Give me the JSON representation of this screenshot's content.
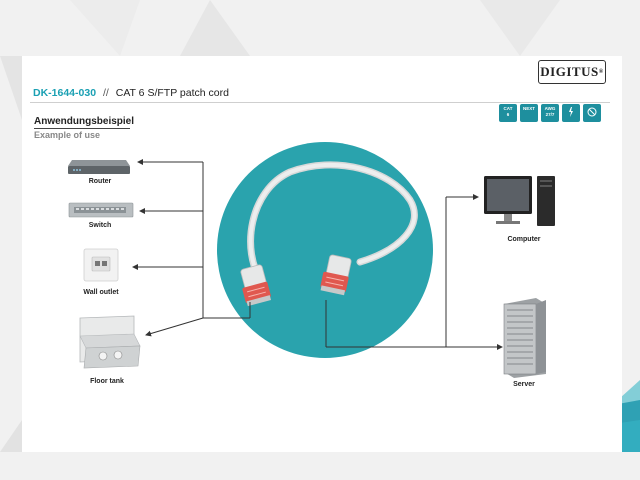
{
  "brand": {
    "logo": "DIGITUS"
  },
  "header": {
    "product_code": "DK-1644-030",
    "separator": "//",
    "product_name": "CAT 6 S/FTP patch cord"
  },
  "section": {
    "title": "Anwendungsbeispiel",
    "subtitle": "Example of use"
  },
  "badges": [
    {
      "line1": "CAT",
      "line2": "6"
    },
    {
      "line1": "NEXT",
      "line2": ""
    },
    {
      "line1": "AWG",
      "line2": "27/7"
    },
    {
      "line1": "",
      "line2": ""
    },
    {
      "line1": "",
      "line2": ""
    }
  ],
  "devices_left": [
    {
      "label": "Router",
      "icon": "router-icon"
    },
    {
      "label": "Switch",
      "icon": "switch-icon"
    },
    {
      "label": "Wall outlet",
      "icon": "wall-outlet-icon"
    },
    {
      "label": "Floor tank",
      "icon": "floor-tank-icon"
    }
  ],
  "devices_right": [
    {
      "label": "Computer",
      "icon": "computer-icon"
    },
    {
      "label": "Server",
      "icon": "server-icon"
    }
  ],
  "colors": {
    "accent": "#1aa0b3",
    "teal_circle": "#2aa3ad",
    "cable": "#e4e6e6",
    "connector_red": "#e0584f"
  }
}
